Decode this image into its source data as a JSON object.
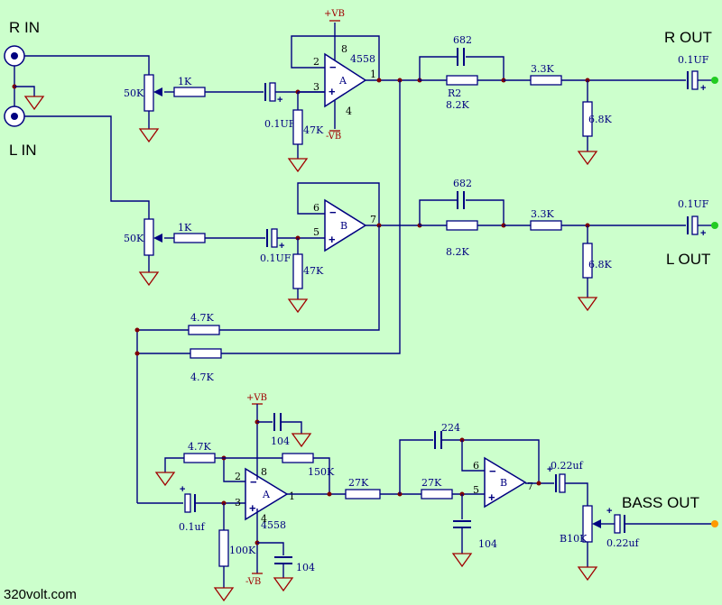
{
  "io": {
    "r_in": "R IN",
    "l_in": "L IN",
    "r_out": "R OUT",
    "l_out": "L OUT",
    "bass_out": "BASS OUT"
  },
  "watermark": "320volt.com",
  "supply": {
    "pos": "+VB",
    "neg": "-VB"
  },
  "opamp": {
    "top": {
      "unit": "A",
      "part": "4558",
      "pin_minus": "2",
      "pin_plus": "3",
      "pin_out": "1",
      "pin_vcc": "8",
      "pin_vee": "4"
    },
    "mid": {
      "unit": "B",
      "pin_minus": "6",
      "pin_plus": "5",
      "pin_out": "7"
    },
    "bass_a": {
      "unit": "A",
      "part": "4558",
      "pin_minus": "2",
      "pin_plus": "3",
      "pin_out": "1",
      "pin_vcc": "8",
      "pin_vee": "4"
    },
    "bass_b": {
      "unit": "B",
      "pin_minus": "6",
      "pin_plus": "5",
      "pin_out": "7"
    }
  },
  "labels": {
    "pot_r": "50K",
    "pot_l": "50K",
    "res_r_in": "1K",
    "res_l_in": "1K",
    "cap_r_in": "0.1UF",
    "cap_l_in": "0.1UF",
    "res_r_bias": "47K",
    "res_l_bias": "47K",
    "cap_r_fb": "682",
    "cap_l_fb": "682",
    "res_r_fb_name": "R2",
    "res_r_fb": "8.2K",
    "res_l_fb": "8.2K",
    "res_r_series": "3.3K",
    "res_l_series": "3.3K",
    "res_r_shunt": "6.8K",
    "res_l_shunt": "6.8K",
    "cap_r_out": "0.1UF",
    "cap_l_out": "0.1UF",
    "res_mix_1": "4.7K",
    "res_mix_2": "4.7K",
    "cap_bypass_pos": "104",
    "cap_bypass_neg": "104",
    "res_bass_gnd": "4.7K",
    "res_bass_fb": "150K",
    "cap_bass_in": "0.1uf",
    "res_bass_bias": "100K",
    "res_filter_1": "27K",
    "res_filter_2": "27K",
    "cap_filter_fb": "224",
    "cap_filter_gnd": "104",
    "cap_bass_out": "0.22uf",
    "pot_bass": "B10K",
    "cap_bass_final": "0.22uf"
  }
}
